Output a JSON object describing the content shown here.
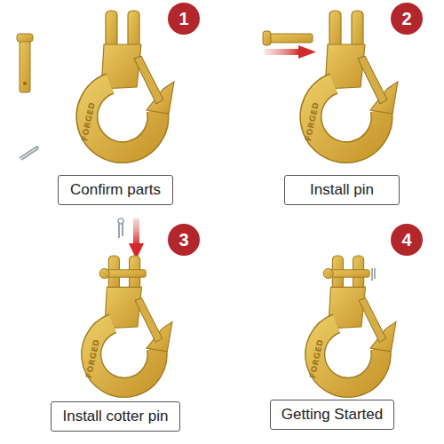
{
  "diagram": {
    "nodes": [
      {
        "text": [
          "1"
        ]
      },
      {
        "text": [
          "Confirm parts"
        ]
      },
      {
        "text": [
          "2"
        ]
      },
      {
        "text": [
          "Install pin"
        ]
      },
      {
        "text": [
          "3"
        ]
      },
      {
        "text": [
          "Install cotter pin"
        ]
      },
      {
        "text": [
          "4"
        ]
      },
      {
        "text": [
          "Getting Started"
        ]
      }
    ],
    "labels": [
      "FORGED",
      "FORGED",
      "FORGED",
      "FORGED"
    ]
  }
}
